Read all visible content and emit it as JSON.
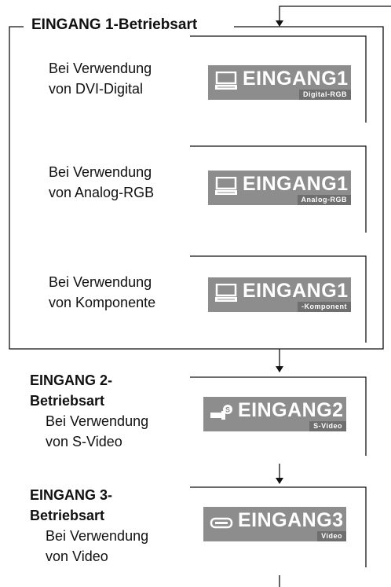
{
  "group1": {
    "title": "EINGANG 1-Betriebsart",
    "modes": [
      {
        "desc_line1": "Bei Verwendung",
        "desc_line2": "von DVI-Digital",
        "badge_main": "EINGANG1",
        "badge_sub": "Digital-RGB",
        "icon": "monitor-icon"
      },
      {
        "desc_line1": "Bei Verwendung",
        "desc_line2": "von Analog-RGB",
        "badge_main": "EINGANG1",
        "badge_sub": "Analog-RGB",
        "icon": "monitor-icon"
      },
      {
        "desc_line1": "Bei Verwendung",
        "desc_line2": "von Komponente",
        "badge_main": "EINGANG1",
        "badge_sub": "-Komponent",
        "icon": "monitor-icon"
      }
    ]
  },
  "group2": {
    "title_line1": "EINGANG 2-",
    "title_line2": "Betriebsart",
    "desc_line1": "Bei Verwendung",
    "desc_line2": "von S-Video",
    "badge_main": "EINGANG2",
    "badge_sub": "S-Video",
    "icon": "s-video-plug-icon"
  },
  "group3": {
    "title_line1": "EINGANG 3-",
    "title_line2": "Betriebsart",
    "desc_line1": "Bei Verwendung",
    "desc_line2": "von Video",
    "badge_main": "EINGANG3",
    "badge_sub": "Video",
    "icon": "video-connector-icon"
  },
  "colors": {
    "badge_bg": "#8d8d8d",
    "badge_sub_bg": "#6f6f6f",
    "line": "#111111"
  }
}
